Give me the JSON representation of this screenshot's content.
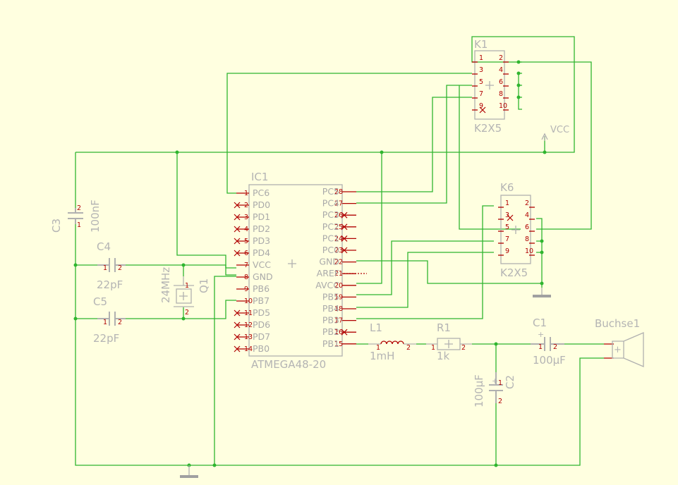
{
  "ic1": {
    "name": "IC1",
    "value": "ATMEGA48-20",
    "left_pins": [
      {
        "num": "1",
        "name": "PC6"
      },
      {
        "num": "2",
        "name": "PD0"
      },
      {
        "num": "3",
        "name": "PD1"
      },
      {
        "num": "4",
        "name": "PD2"
      },
      {
        "num": "5",
        "name": "PD3"
      },
      {
        "num": "6",
        "name": "PD4"
      },
      {
        "num": "7",
        "name": "VCC"
      },
      {
        "num": "8",
        "name": "GND"
      },
      {
        "num": "9",
        "name": "PB6"
      },
      {
        "num": "10",
        "name": "PB7"
      },
      {
        "num": "11",
        "name": "PD5"
      },
      {
        "num": "12",
        "name": "PD6"
      },
      {
        "num": "13",
        "name": "PD7"
      },
      {
        "num": "14",
        "name": "PB0"
      }
    ],
    "right_pins": [
      {
        "num": "28",
        "name": "PC5"
      },
      {
        "num": "27",
        "name": "PC4"
      },
      {
        "num": "26",
        "name": "PC3"
      },
      {
        "num": "25",
        "name": "PC2"
      },
      {
        "num": "24",
        "name": "PC1"
      },
      {
        "num": "23",
        "name": "PC0"
      },
      {
        "num": "22",
        "name": "GND"
      },
      {
        "num": "21",
        "name": "AREF"
      },
      {
        "num": "20",
        "name": "AVCC"
      },
      {
        "num": "19",
        "name": "PB5"
      },
      {
        "num": "18",
        "name": "PB4"
      },
      {
        "num": "17",
        "name": "PB3"
      },
      {
        "num": "16",
        "name": "PB2"
      },
      {
        "num": "15",
        "name": "PB1"
      }
    ]
  },
  "k1": {
    "name": "K1",
    "value": "K2X5",
    "pins": [
      "1",
      "2",
      "3",
      "4",
      "5",
      "6",
      "7",
      "8",
      "9",
      "10"
    ]
  },
  "k6": {
    "name": "K6",
    "value": "K2X5",
    "pins": [
      "1",
      "2",
      "3",
      "4",
      "5",
      "6",
      "7",
      "8",
      "9",
      "10"
    ]
  },
  "c3": {
    "name": "C3",
    "value": "100nF",
    "pin1": "1",
    "pin2": "2"
  },
  "c4": {
    "name": "C4",
    "value": "22pF",
    "pin1": "1",
    "pin2": "2"
  },
  "c5": {
    "name": "C5",
    "value": "22pF",
    "pin1": "1",
    "pin2": "2"
  },
  "q1": {
    "name": "Q1",
    "value": "24MHz",
    "pin1": "1",
    "pin2": "2"
  },
  "l1": {
    "name": "L1",
    "value": "1mH",
    "pin1": "1",
    "pin2": "2"
  },
  "r1": {
    "name": "R1",
    "value": "1k",
    "pin1": "1",
    "pin2": "2"
  },
  "c1": {
    "name": "C1",
    "value": "100µF",
    "pin1": "1",
    "pin2": "2",
    "polarity": "+"
  },
  "c2": {
    "name": "C2",
    "value": "100µF",
    "pin1": "1",
    "pin2": "2",
    "polarity": "+"
  },
  "buchse1": {
    "name": "Buchse1",
    "polarity": "+"
  },
  "vcc": {
    "label": "VCC"
  },
  "colors": {
    "background": "#ffffe0",
    "wire": "#2fb52f",
    "pin": "#b00000",
    "part": "#b4b4b4"
  }
}
